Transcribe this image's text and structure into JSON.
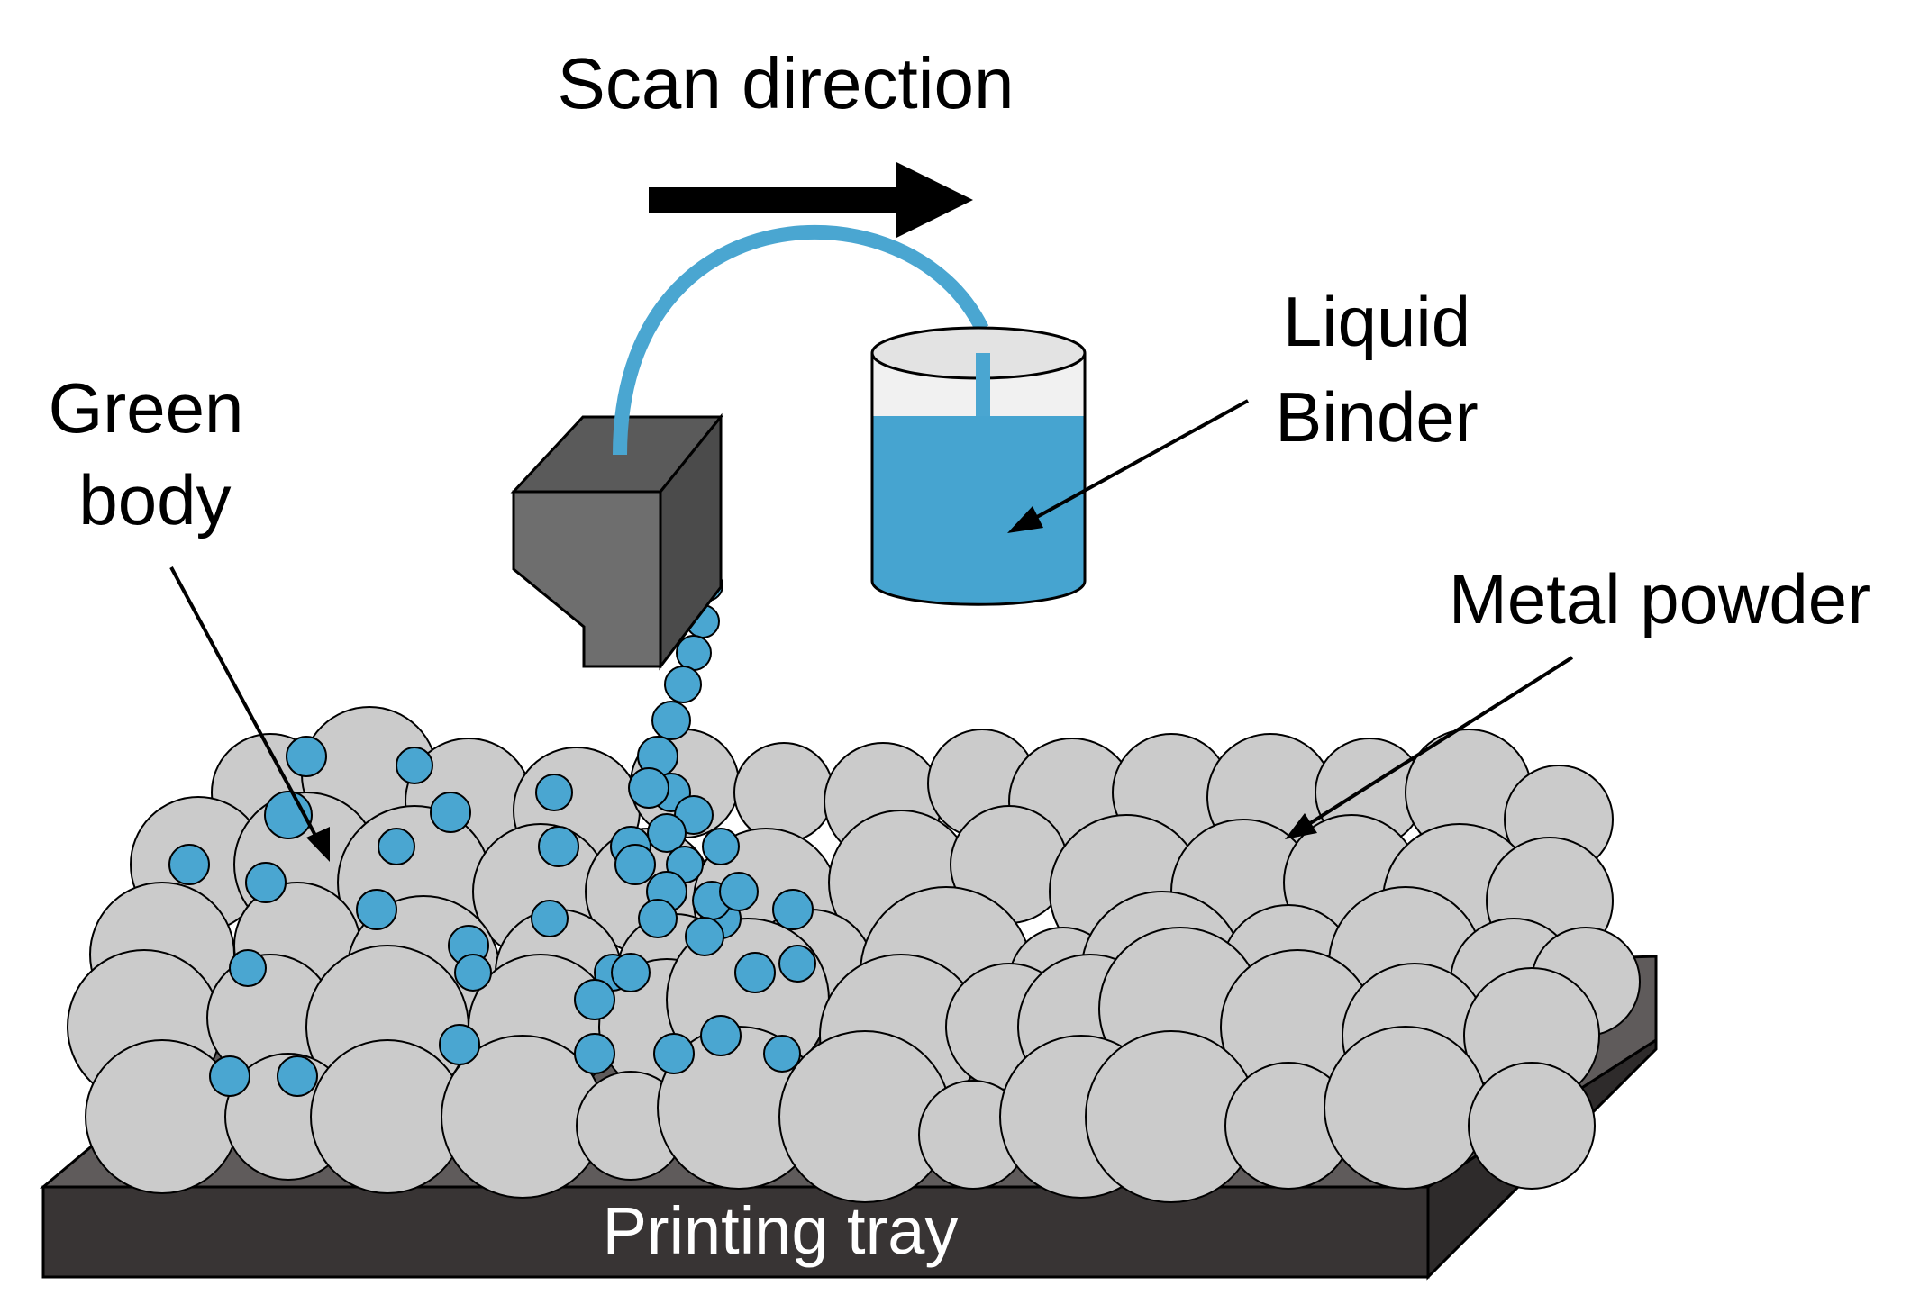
{
  "labels": {
    "scan_direction": "Scan direction",
    "liquid_binder_line1": "Liquid",
    "liquid_binder_line2": "Binder",
    "green_body_line1": "Green",
    "green_body_line2": "body",
    "metal_powder": "Metal powder",
    "printing_tray": "Printing tray"
  },
  "colors": {
    "binder_blue": "#4aa6d1",
    "powder_grey": "#cbcbcb",
    "print_head_grey": "#6e6e6e",
    "tray_top": "#5f5b5b",
    "tray_front": "#383434",
    "arrow": "#000000"
  }
}
